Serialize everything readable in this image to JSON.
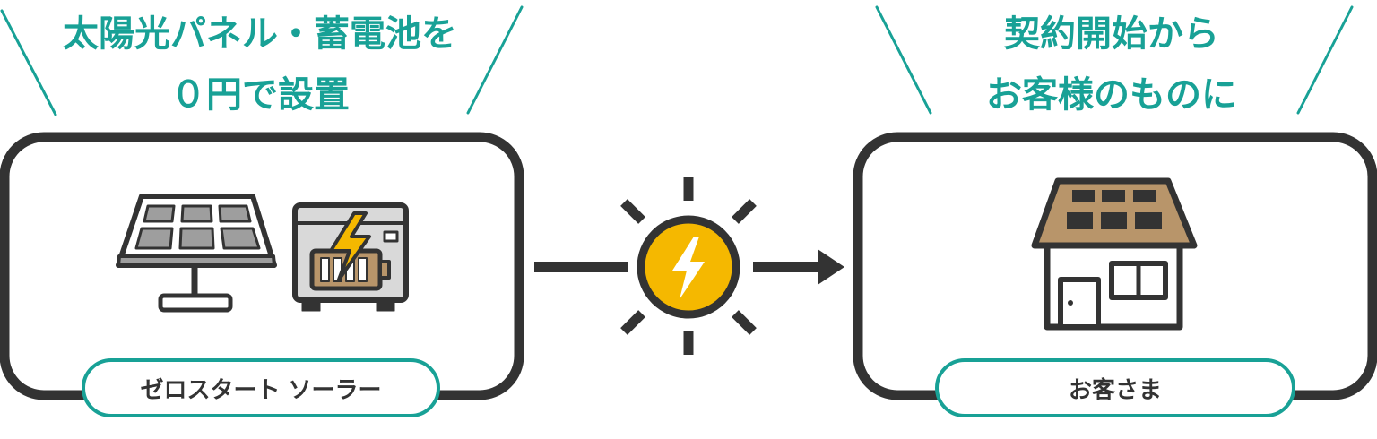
{
  "left_heading": {
    "line1": "太陽光パネル・蓄電池を",
    "line2": "０円で設置"
  },
  "right_heading": {
    "line1": "契約開始から",
    "line2": "お客様のものに"
  },
  "left_box": {
    "label": "ゼロスタート ソーラー"
  },
  "right_box": {
    "label": "お客さま"
  },
  "colors": {
    "accent": "#18a196",
    "outline": "#333333",
    "sun": "#f5b800",
    "panel": "#9e9e9e",
    "roof": "#b8956a",
    "battery": "#b8956a"
  },
  "icons": [
    "solar-panel-icon",
    "battery-storage-icon",
    "lightning-icon",
    "sun-icon",
    "arrow-right-icon",
    "house-icon"
  ]
}
